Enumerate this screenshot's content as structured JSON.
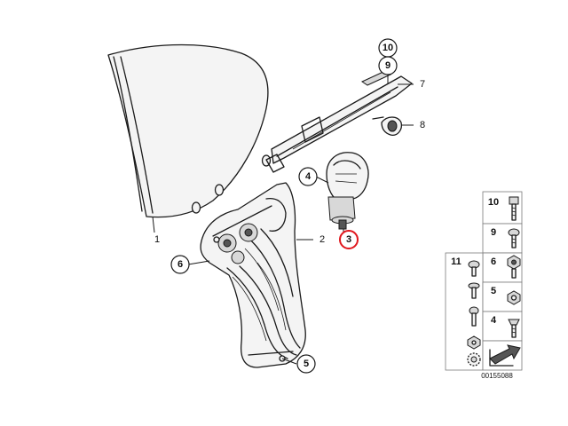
{
  "callouts": {
    "c10": "10",
    "c9": "9",
    "c7": "7",
    "c8": "8",
    "c4": "4",
    "c3": "3",
    "c2": "2",
    "c1": "1",
    "c6": "6",
    "c5": "5"
  },
  "legend": {
    "items": [
      "10",
      "9",
      "6",
      "11",
      "5",
      "4"
    ]
  },
  "document_number": "00155088",
  "colors": {
    "highlight": "#e0161c",
    "ink": "#1a1a1a"
  },
  "icons": [
    "arrow-icon"
  ]
}
